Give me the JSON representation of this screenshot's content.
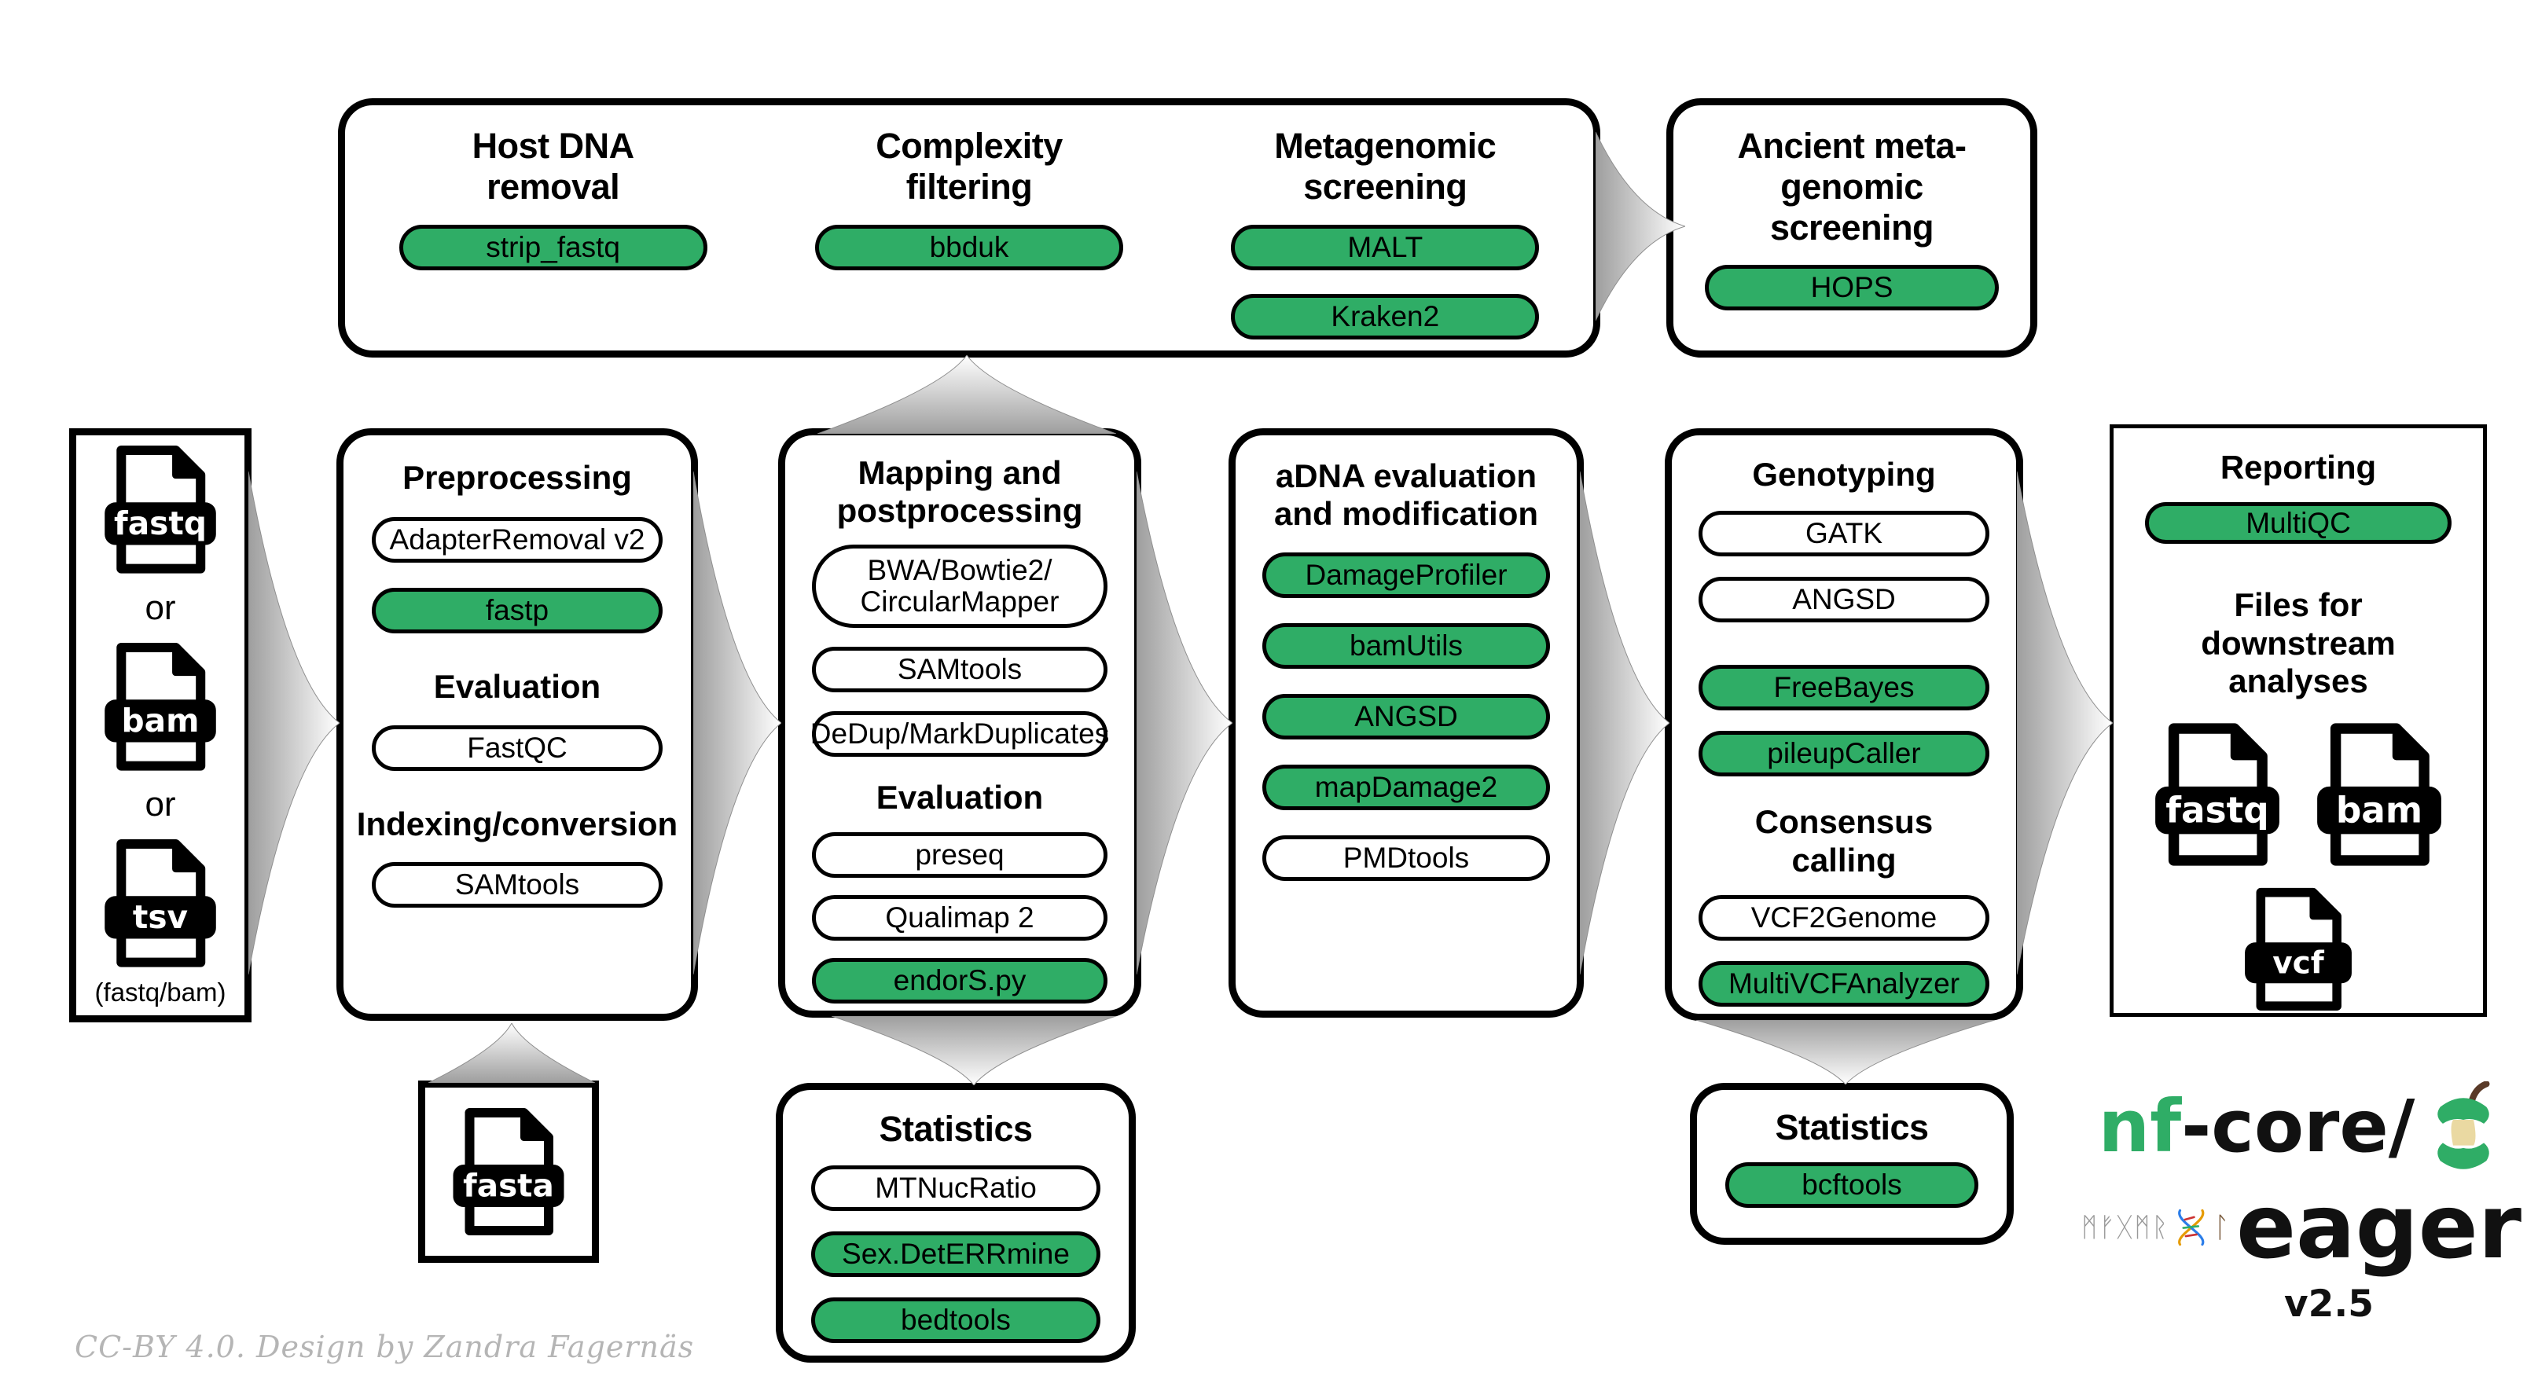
{
  "colors": {
    "green": "#2FAD66",
    "arrow_gray": "#A4A4A4",
    "footer_gray": "#B5B5B5"
  },
  "screening_box": {
    "sections": [
      {
        "title1": "Host DNA",
        "title2": "removal",
        "tools": [
          {
            "label": "strip_fastq"
          }
        ]
      },
      {
        "title1": "Complexity",
        "title2": "filtering",
        "tools": [
          {
            "label": "bbduk"
          }
        ]
      },
      {
        "title1": "Metagenomic",
        "title2": "screening",
        "tools": [
          {
            "label": "MALT"
          },
          {
            "label": "Kraken2"
          }
        ]
      }
    ]
  },
  "ancient_box": {
    "title1": "Ancient meta-",
    "title2": "genomic screening",
    "tool": "HOPS"
  },
  "input_box": {
    "files": [
      "fastq",
      "bam",
      "tsv"
    ],
    "or1": "or",
    "or2": "or",
    "note": "(fastq/bam)"
  },
  "preprocessing_box": {
    "title": "Preprocessing",
    "pill1": "AdapterRemoval v2",
    "pill2": "fastp",
    "sub1": "Evaluation",
    "pill3": "FastQC",
    "sub2": "Indexing/conversion",
    "pill4": "SAMtools"
  },
  "mapping_box": {
    "title1": "Mapping and",
    "title2": "postprocessing",
    "pill1a": "BWA/Bowtie2/",
    "pill1b": "CircularMapper",
    "pill2": "SAMtools",
    "pill3": "DeDup/MarkDuplicates",
    "sub": "Evaluation",
    "pill4": "preseq",
    "pill5": "Qualimap 2",
    "pill6": "endorS.py"
  },
  "adna_box": {
    "title1": "aDNA evaluation",
    "title2": "and modification",
    "pill1": "DamageProfiler",
    "pill2": "bamUtils",
    "pill3": "ANGSD",
    "pill4": "mapDamage2",
    "pill5": "PMDtools"
  },
  "genotyping_box": {
    "title": "Genotyping",
    "pill1": "GATK",
    "pill2": "ANGSD",
    "pill3": "FreeBayes",
    "pill4": "pileupCaller",
    "sub": "Consensus calling",
    "pill5": "VCF2Genome",
    "pill6": "MultiVCFAnalyzer"
  },
  "reporting_box": {
    "title": "Reporting",
    "pill1": "MultiQC",
    "files_title1": "Files for downstream",
    "files_title2": "analyses",
    "files": [
      "fastq",
      "bam",
      "vcf"
    ]
  },
  "fasta_box": {
    "file": "fasta"
  },
  "statistics_mid_box": {
    "title": "Statistics",
    "pill1": "MTNucRatio",
    "pill2": "Sex.DetERRmine",
    "pill3": "bedtools"
  },
  "statistics_right_box": {
    "title": "Statistics",
    "pill": "bcftools"
  },
  "logo": {
    "brand_green": "nf",
    "brand_black": "-core/",
    "name": "eager",
    "version": "v2.5",
    "runes": "ᛗᚠᚷᛗᚱ",
    "runes2": "ᛚ"
  },
  "footer": {
    "credit": "CC-BY 4.0. Design by Zandra Fagernäs"
  }
}
